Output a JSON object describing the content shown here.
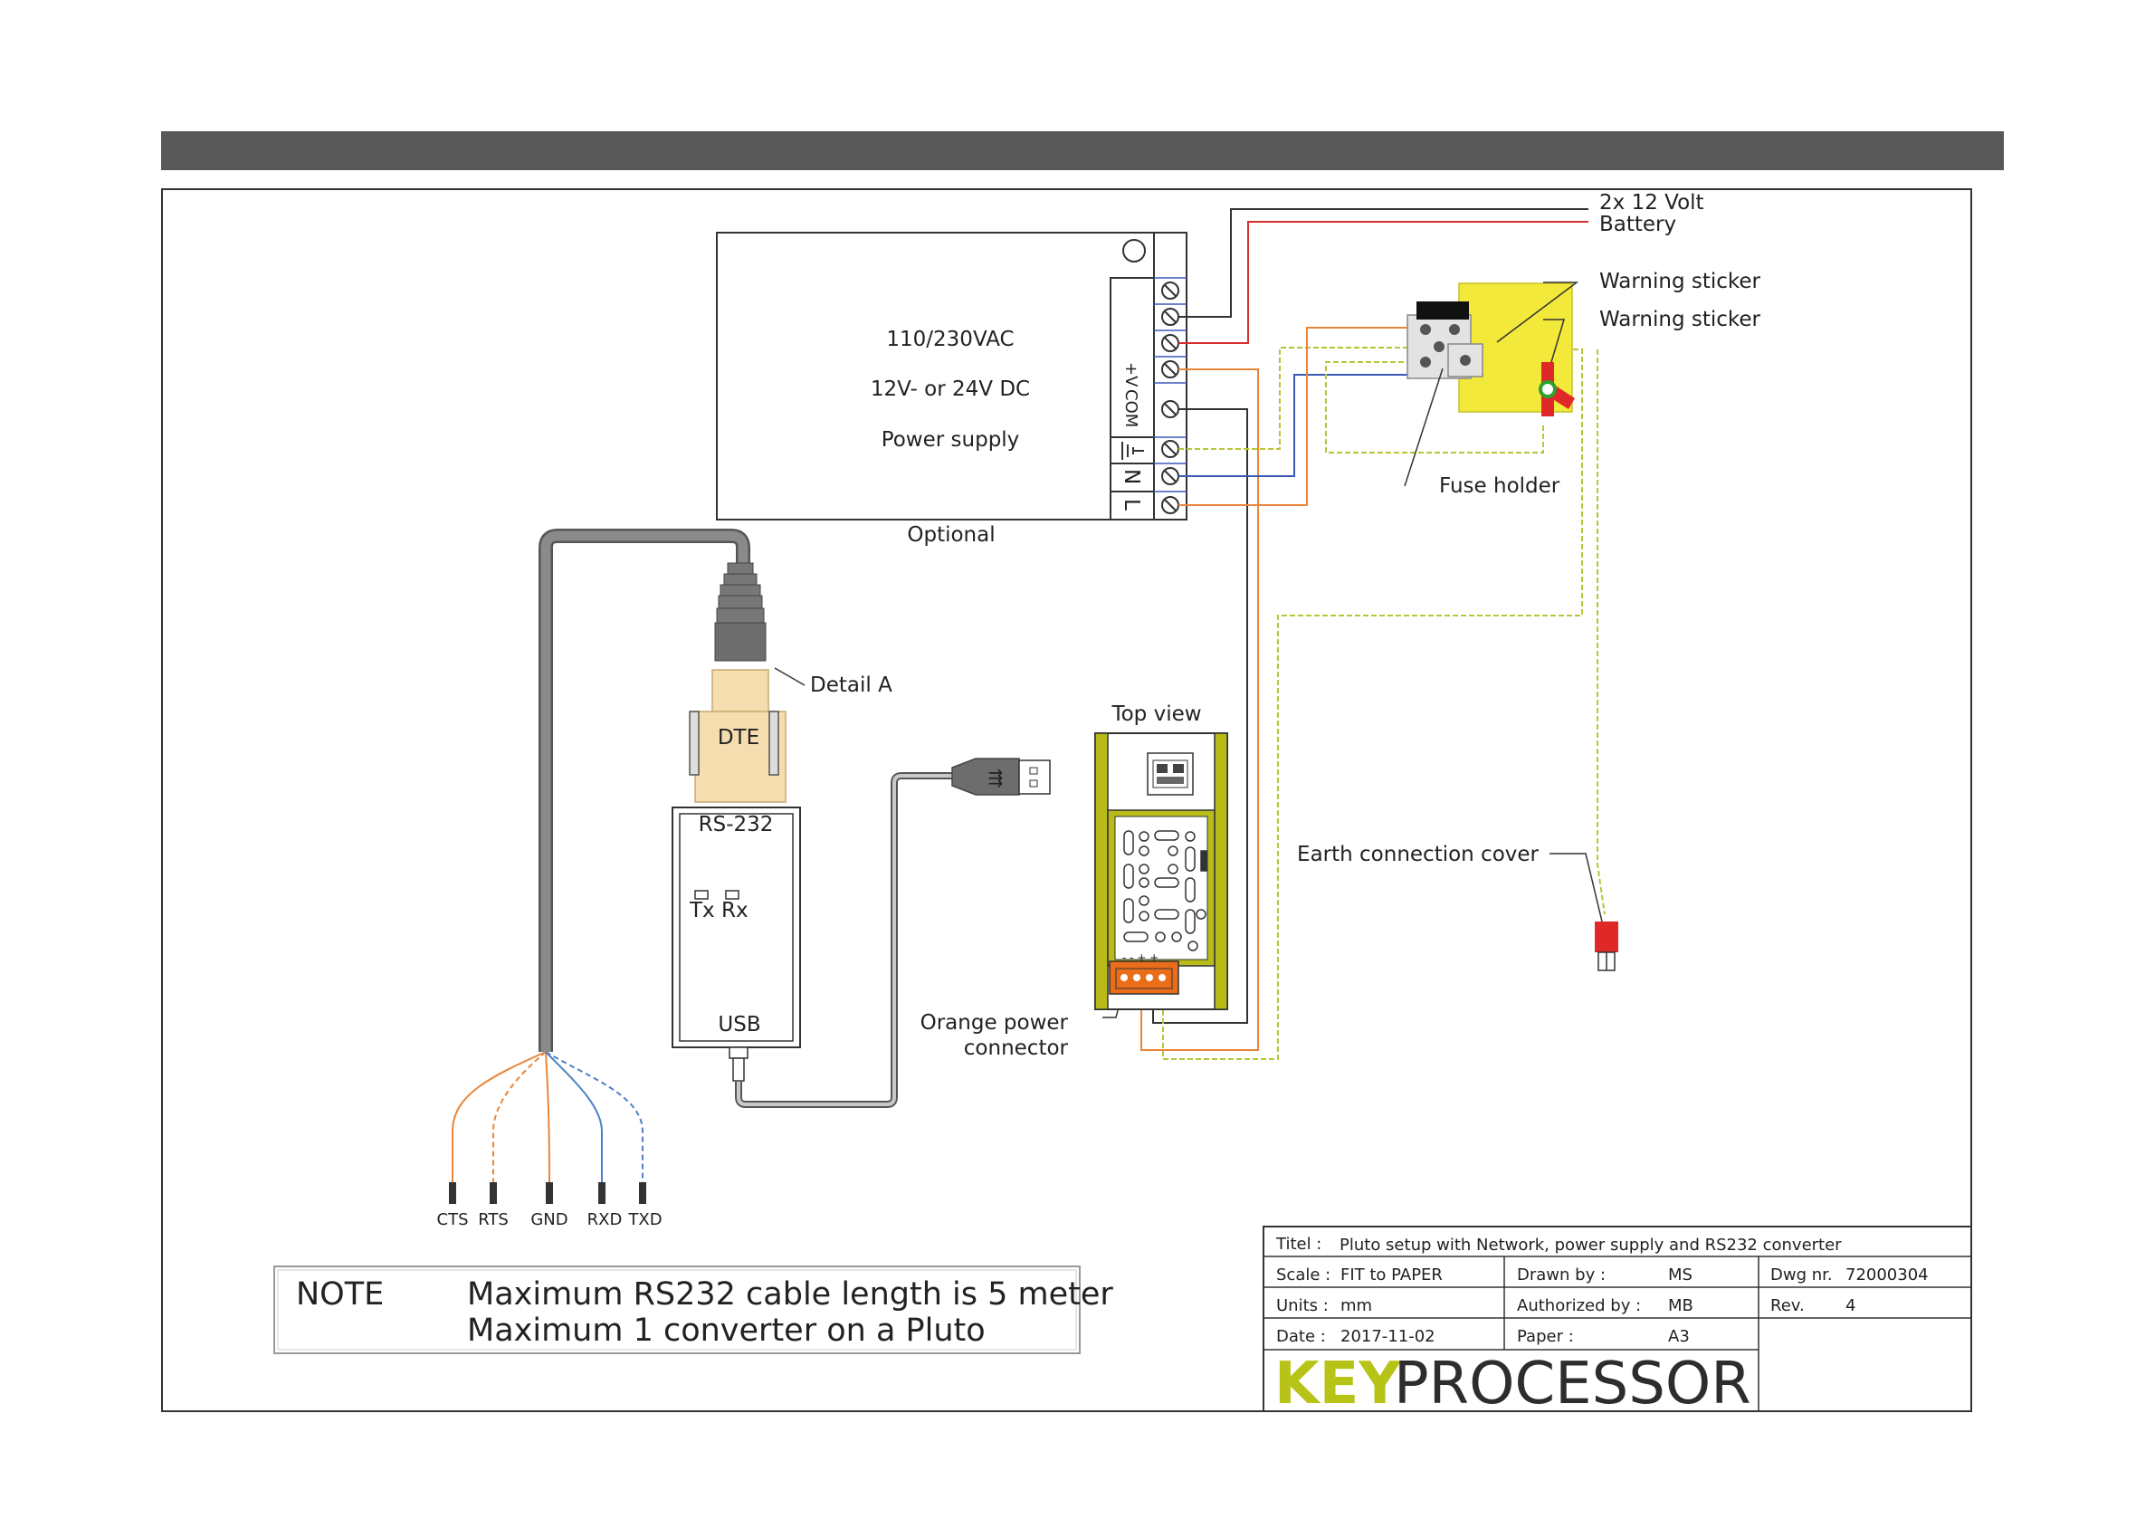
{
  "power_supply": {
    "line1": "110/230VAC",
    "line2": "12V- or 24V DC",
    "line3": "Power supply",
    "optional": "Optional",
    "terminal_plus": "+V",
    "terminal_com": "COM",
    "terminal_n": "N",
    "terminal_l": "L"
  },
  "callouts": {
    "battery_1": "2x 12 Volt",
    "battery_2": "Battery",
    "warning_sticker_1": "Warning sticker",
    "warning_sticker_2": "Warning sticker",
    "fuse_holder": "Fuse holder",
    "detail_a": "Detail A",
    "top_view": "Top view",
    "earth_cover": "Earth connection cover",
    "orange_power_1": "Orange power",
    "orange_power_2": "connector"
  },
  "converter": {
    "dte": "DTE",
    "rs232": "RS-232",
    "tx": "Tx",
    "rx": "Rx",
    "usb": "USB"
  },
  "wires": {
    "cts": "CTS",
    "rts": "RTS",
    "gnd": "GND",
    "rxd": "RXD",
    "txd": "TXD"
  },
  "note": {
    "label": "NOTE",
    "line1": "Maximum RS232 cable length is 5 meter",
    "line2": "Maximum 1 converter on a Pluto"
  },
  "title_block": {
    "titel_label": "Titel :",
    "titel_value": "Pluto setup with Network, power supply and RS232 converter",
    "scale_label": "Scale :",
    "scale_value": "FIT to PAPER",
    "drawn_label": "Drawn by :",
    "drawn_value": "MS",
    "dwg_label": "Dwg nr.",
    "dwg_value": "72000304",
    "units_label": "Units :",
    "units_value": "mm",
    "auth_label": "Authorized by :",
    "auth_value": "MB",
    "rev_label": "Rev.",
    "rev_value": "4",
    "date_label": "Date :",
    "date_value": "2017-11-02",
    "paper_label": "Paper :",
    "paper_value": "A3",
    "logo_key": "KEY",
    "logo_processor": "PROCESSOR"
  },
  "colors": {
    "header_bar": "#585858",
    "pluto_yellow": "#b8bb1a",
    "sticker_yellow": "#f3e93a",
    "orange_wire": "#e9853a",
    "red_wire": "#d62d2d",
    "blue_wire": "#3b59b8",
    "earth_wire": "#b9c534",
    "cable_gray": "#7b7b7b",
    "connector_beige": "#f6ddb0",
    "logo_green": "#b7c417"
  }
}
